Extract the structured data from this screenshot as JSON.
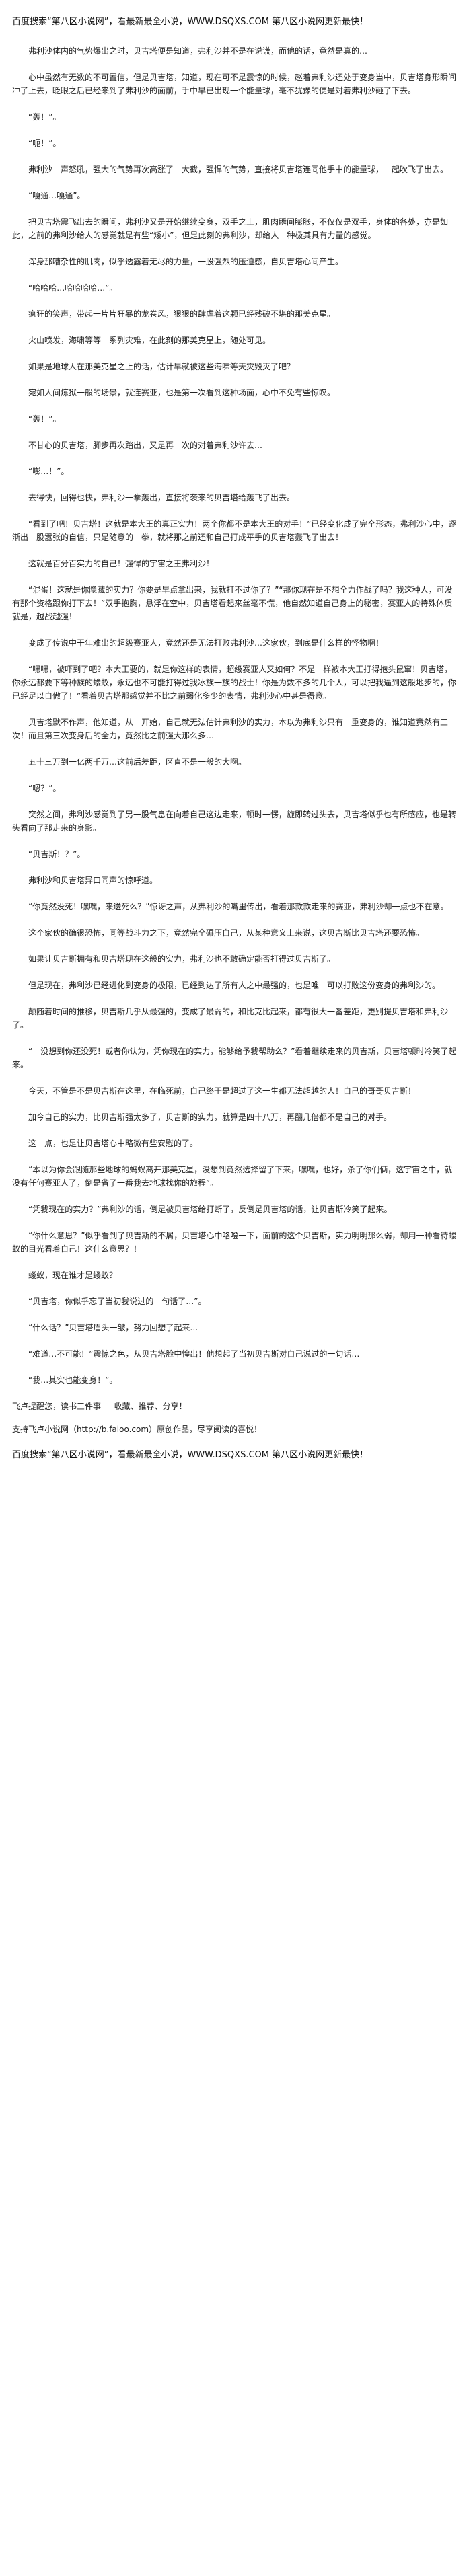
{
  "header": {
    "banner": "百度搜索“第八区小说网”，看最新最全小说，WWW.DSQXS.COM  第八区小说网更新最快！"
  },
  "paragraphs": [
    "弗利沙体内的气势爆出之时，贝吉塔便是知道，弗利沙并不是在说谎，而他的话，竟然是真的…",
    "心中虽然有无数的不可置信，但是贝吉塔，知道，现在可不是震惊的时候，赵着弗利沙还处于变身当中，贝吉塔身形瞬间冲了上去，眨眼之后已经来到了弗利沙的面前，手中早已出现一个能量球，毫不犹豫的便是对着弗利沙砸了下去。",
    "“轰！”。",
    "“呃！”。",
    "弗利沙一声怒吼，强大的气势再次高涨了一大截，强悍的气势，直接将贝吉塔连同他手中的能量球，一起吹飞了出去。",
    "“嘎通…嘎通”。",
    "把贝吉塔震飞出去的瞬间，弗利沙又是开始继续变身，双手之上，肌肉瞬间膨胀，不仅仅是双手，身体的各处，亦是如此，之前的弗利沙给人的感觉就是有些“矮小”，但是此刻的弗利沙，却给人一种极其具有力量的感觉。",
    "浑身那嘈杂性的肌肉，似乎透露着无尽的力量，一股强烈的压迫感，自贝吉塔心间产生。",
    "“哈哈哈…哈哈哈哈…”。",
    "疯狂的笑声，带起一片片狂暴的龙卷风，狠狠的肆虐着这颗已经残破不堪的那美克星。",
    "火山喷发，海啸等等一系列灾难，在此刻的那美克星上，随处可见。",
    "如果是地球人在那美克星之上的话，估计早就被这些海啸等天灾毁灭了吧？",
    "宛如人间炼狱一般的场景，就连赛亚，也是第一次看到这种场面，心中不免有些惊叹。",
    "“轰！”。",
    "不甘心的贝吉塔，脚步再次踏出，又是再一次的对着弗利沙许去…",
    "“嘭…！”。",
    "去得快，回得也快，弗利沙一拳轰出，直接将袭来的贝吉塔给轰飞了出去。",
    "“看到了吧！贝吉塔！这就是本大王的真正实力！两个你都不是本大王的对手！”已经变化成了完全形态，弗利沙心中，逐渐出一股嚣张的自信，只是随意的一拳，就将那之前还和自己打成平手的贝吉塔轰飞了出去！",
    "这就是百分百实力的自己！强悍的宇宙之王弗利沙！",
    "“混蛋！这就是你隐藏的实力？你要是早点拿出来，我就打不过你了？”“那你现在是不想全力作战了吗？我这种人，可没有那个资格跟你打下去！”双手抱胸，悬浮在空中，贝吉塔看起来丝毫不慌，他自然知道自己身上的秘密，赛亚人的特殊体质就是，越战越强！",
    "变成了传说中干年难出的超级赛亚人，竟然还是无法打败弗利沙…这家伙，到底是什么样的怪物啊！",
    "“嘿嘿，被吓到了吧？本大王要的，就是你这样的表情，超级赛亚人又如何？不是一样被本大王打得抱头鼠窜！贝吉塔，你永远都要下等种族的蝼蚁，永远也不可能打得过我冰族一族的战士！你是为数不多的几个人，可以把我逼到这般地步的，你已经足以自傲了！”看着贝吉塔那感觉并不比之前弱化多少的表情，弗利沙心中甚是得意。",
    "贝吉塔默不作声，他知道，从一开始，自己就无法估计弗利沙的实力，本以为弗利沙只有一重变身的，谁知道竟然有三次！而且第三次变身后的全力，竟然比之前强大那么多…",
    "五十三万到一亿两千万…这前后差距，区直不是一般的大啊。",
    "“嗯？”。",
    "突然之间，弗利沙感觉到了另一股气息在向着自己这边走来，顿时一愣，旋即转过头去，贝吉塔似乎也有所感应，也是转头看向了那走来的身影。",
    "“贝吉斯！？”。",
    "弗利沙和贝吉塔异口同声的惊呼道。",
    "“你竟然没死！嘿嘿，来送死么？”惊讶之声，从弗利沙的嘴里传出，看着那款款走来的赛亚，弗利沙却一点也不在意。",
    "这个家伙的确很恐怖，同等战斗力之下，竟然完全碾压自己，从某种意义上来说，这贝吉斯比贝吉塔还要恐怖。",
    "如果让贝吉斯拥有和贝吉塔现在这般的实力，弗利沙也不敢确定能否打得过贝吉斯了。",
    "但是现在，弗利沙已经进化到变身的极限，已经到达了所有人之中最强的，也是唯一可以打败这份变身的弗利沙的。",
    "颠随着时间的推移，贝吉斯几乎从最强的，变成了最弱的，和比克比起来，都有很大一番差距，更别提贝吉塔和弗利沙了。",
    "“一没想到你还没死！或者你认为，凭你现在的实力，能够给予我帮助么？”看着继续走来的贝吉斯，贝吉塔顿时冷笑了起来。",
    "今天，不管是不是贝吉斯在这里，在临死前，自己终于是超过了这一生都无法超越的人！自己的哥哥贝吉斯！",
    "加今自己的实力，比贝吉斯强太多了，贝吉斯的实力，就算是四十八万，再翻几倍都不是自己的对手。",
    "这一点，也是让贝吉塔心中略微有些安慰的了。",
    "“本以为你会跟随那些地球的蚂蚁离开那美克星，没想到竟然选择留了下来，嘿嘿，也好，杀了你们俩，这宇宙之中，就没有任何赛亚人了，倒是省了一番我去地球找你的旅程”。",
    "“凭我现在的实力？”弗利沙的话，倒是被贝吉塔给打断了，反倒是贝吉塔的话，让贝吉斯冷笑了起来。",
    "“你什么意思？”似乎看到了贝吉斯的不屑，贝吉塔心中咯噔一下，面前的这个贝吉斯，实力明明那么弱，却用一种看待蝼蚁的目光看着自己！这什么意思？！",
    "蝼蚁，现在谁才是蝼蚁？",
    "“贝吉塔，你似乎忘了当初我说过的一句话了…”。",
    "“什么话？”贝吉塔眉头一皱，努力回想了起来…",
    "“难道…不可能！”震惊之色，从贝吉塔脸中惶出！他想起了当初贝吉斯对自己说过的一句话…",
    "“我…其实也能变身！”。"
  ],
  "footer": {
    "note": "飞卢提醒您，读书三件事 － 收藏、推荐、分享！",
    "promo": "支持飞卢小说网（http://b.faloo.com）原创作品，尽享阅读的喜悦！"
  },
  "bottom_banner": "百度搜索“第八区小说网”，看最新最全小说，WWW.DSQXS.COM  第八区小说网更新最快！"
}
